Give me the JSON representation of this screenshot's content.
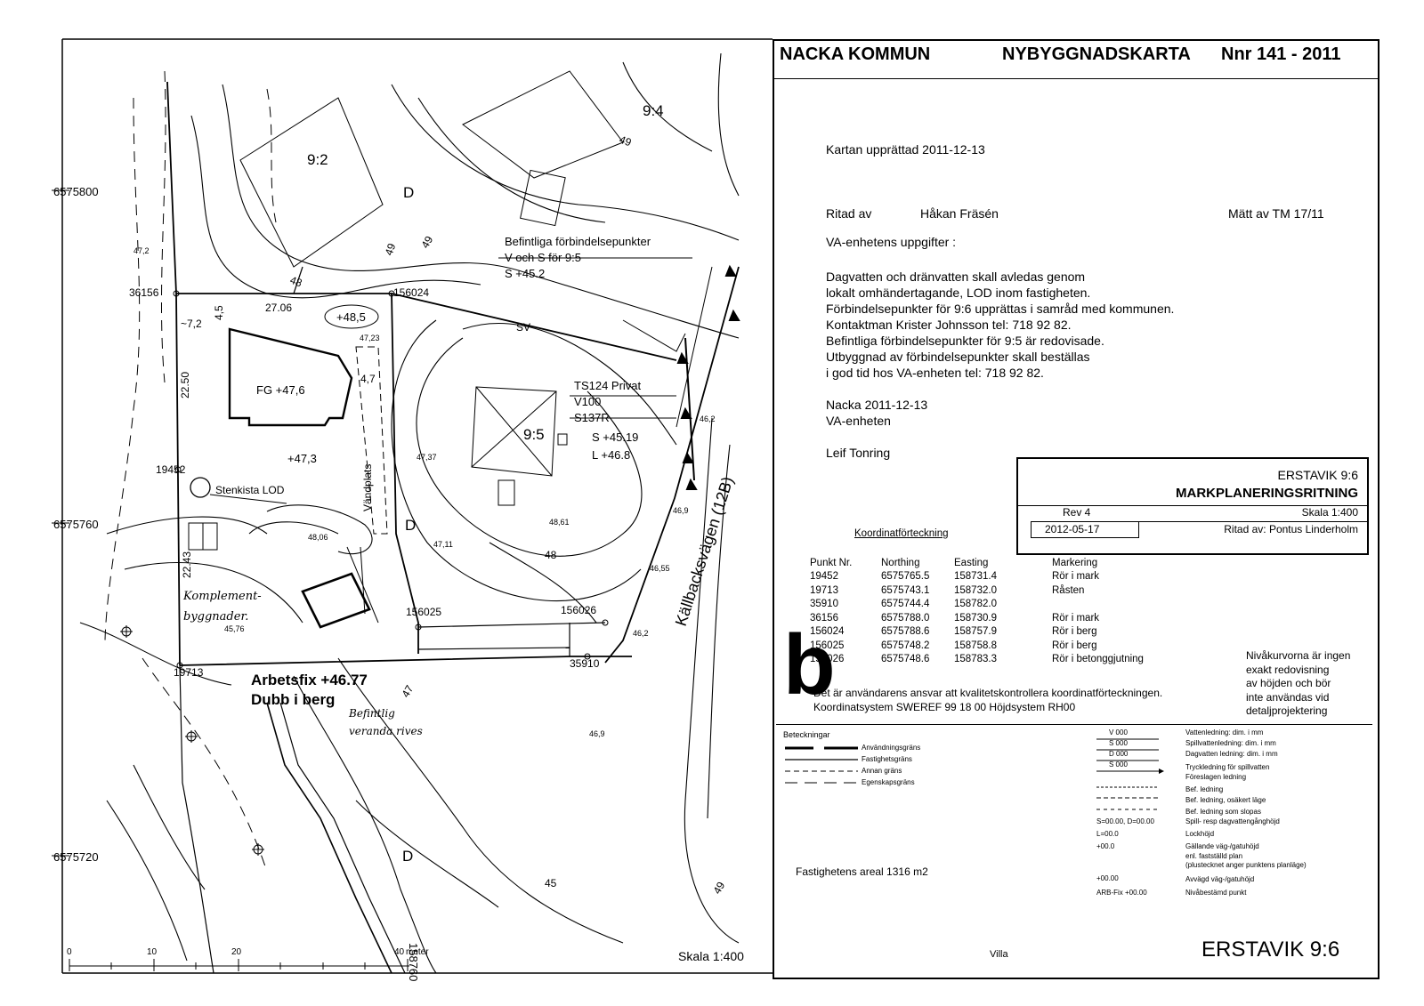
{
  "header": {
    "org": "NACKA KOMMUN",
    "map_type": "NYBYGGNADSKARTA",
    "nnr": "Nnr 141 - 2011"
  },
  "info": {
    "created": "Kartan upprättad 2011-12-13",
    "drawn_label": "Ritad av",
    "drawn_by": "Håkan Fräsén",
    "measured": "Mätt av TM 17/11",
    "va_heading": "VA-enhetens uppgifter :",
    "va_lines": [
      "Dagvatten och dränvatten skall avledas genom",
      "lokalt omhändertagande, LOD inom fastigheten.",
      "Förbindelsepunkter för 9:6 upprättas i samråd med kommunen.",
      "Kontaktman Krister Johnsson tel: 718 92 82.",
      "Befintliga förbindelsepunkter för 9:5 är redovisade.",
      "Utbyggnad av förbindelsepunkter skall beställas",
      "i god tid hos VA-enheten tel: 718 92 82."
    ],
    "place_date": "Nacka 2011-12-13",
    "unit": "VA-enheten",
    "signature": "Leif Tonring"
  },
  "title_block": {
    "property": "ERSTAVIK 9:6",
    "drawing": "MARKPLANERINGSRITNING",
    "rev": "Rev 4",
    "scale": "Skala 1:400",
    "date": "2012-05-17",
    "drawn_by": "Ritad av: Pontus Linderholm"
  },
  "coordinates": {
    "heading": "Koordinatförteckning",
    "columns": [
      "Punkt Nr.",
      "Northing",
      "Easting",
      "Markering"
    ],
    "rows": [
      [
        "19452",
        "6575765.5",
        "158731.4",
        "Rör i mark"
      ],
      [
        "19713",
        "6575743.1",
        "158732.0",
        "Råsten"
      ],
      [
        "35910",
        "6575744.4",
        "158782.0",
        ""
      ],
      [
        "36156",
        "6575788.0",
        "158730.9",
        "Rör i mark"
      ],
      [
        "156024",
        "6575788.6",
        "158757.9",
        "Rör i berg"
      ],
      [
        "156025",
        "6575748.2",
        "158758.8",
        "Rör i berg"
      ],
      [
        "156026",
        "6575748.6",
        "158783.3",
        "Rör i betonggjutning"
      ]
    ]
  },
  "notes": {
    "contour_note": [
      "Nivåkurvorna är ingen",
      "exakt redovisning",
      "av höjden och bör",
      "inte användas vid",
      "detaljprojektering"
    ],
    "b_letter": "b",
    "responsibility": "Det är användarens ansvar att kvalitetskontrollera koordinatförteckningen.",
    "systems": "Koordinatsystem SWEREF 99 18 00  Höjdsystem RH00"
  },
  "legend": {
    "heading": "Beteckningar",
    "left": [
      "Användningsgräns",
      "Fastighetsgräns",
      "Annan gräns",
      "Egenskapsgräns"
    ],
    "right_keys": [
      "V 000",
      "S 000",
      "D 000",
      "S 000",
      "S=00.00, D=00.00",
      "L=00.0",
      "+00.0",
      "+00.00",
      "ARB-Fix +00.00"
    ],
    "right": [
      "Vattenledning: dim. i mm",
      "Spillvattenledning: dim. i mm",
      "Dagvatten ledning: dim. i mm",
      "Tryckledning för spillvatten",
      "Föreslagen ledning",
      "Bef. ledning",
      "Bef. ledning, osäkert läge",
      "Bef. ledning som slopas",
      "Spill- resp dagvattengånghöjd",
      "Lockhöjd",
      "Gällande väg-/gatuhöjd",
      "enl. fastställd plan",
      "(plustecknet anger punktens planläge)",
      "Avvägd väg-/gatuhöjd",
      "Nivåbestämd punkt"
    ],
    "area": "Fastighetens areal   1316 m2"
  },
  "footer": {
    "scale": "Skala 1:400",
    "type": "Villa",
    "property": "ERSTAVIK 9:6",
    "scalebar": [
      "0",
      "10",
      "20",
      "40"
    ],
    "scalebar_unit": "meter"
  },
  "map": {
    "northings": [
      "6575800",
      "6575760",
      "6575720"
    ],
    "easting": "158760",
    "parcels": [
      "9:2",
      "9:4",
      "9:5"
    ],
    "points": [
      "36156",
      "156024",
      "19452",
      "19713",
      "156025",
      "156026",
      "35910"
    ],
    "connection": [
      "Befintliga förbindelsepunkter",
      "V och S för 9:5",
      "S +45.2"
    ],
    "ts": [
      "TS124 Privat",
      "V100",
      "S137R",
      "S +45.19",
      "L +46.8"
    ],
    "sv": "SV",
    "d": "D",
    "contours": [
      "49",
      "48",
      "49",
      "48",
      "47",
      "45",
      "49",
      "49"
    ],
    "dims": [
      "27.06",
      "~7,2",
      "4,5",
      "22.50",
      "4,7",
      "22.43"
    ],
    "heights": [
      "+48,5",
      "+47,3",
      "FG  +47,6"
    ],
    "spot_heights": [
      "47,2",
      "47,23",
      "47,37",
      "48,06",
      "47,11",
      "48,61",
      "46,9",
      "46,55",
      "46,2",
      "45,76",
      "46,9",
      "46,2"
    ],
    "stenkista": "Stenkista LOD",
    "vandplats": "Vändplats",
    "road": "Källbacksvägen (12B)",
    "komplement": [
      "Komplement-",
      "byggnader."
    ],
    "arbetsfix": [
      "Arbetsfix +46.77",
      "Dubb i berg"
    ],
    "veranda": [
      "Befintlig",
      "veranda rives"
    ]
  }
}
